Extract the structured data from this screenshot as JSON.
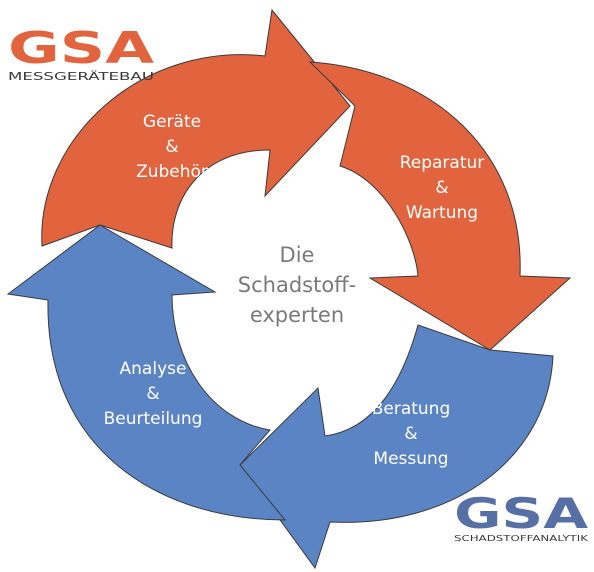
{
  "colors": {
    "orange": "#e2643f",
    "blue": "#5b84c4",
    "center_text": "#7a7a7a",
    "logo_orange": "#e2643f",
    "logo_blue": "#5670a6"
  },
  "logos": {
    "top": {
      "letters": "GSA",
      "subtitle": "MESSGERÄTEBAU"
    },
    "bottom": {
      "letters": "GSA",
      "subtitle": "SCHADSTOFFANALYTIK"
    }
  },
  "center": {
    "lines": [
      "Die",
      "Schadstoff-",
      "experten"
    ]
  },
  "segments": [
    {
      "id": "geraete",
      "color": "orange",
      "lines": [
        "Geräte",
        "&",
        "Zubehör"
      ]
    },
    {
      "id": "reparatur",
      "color": "orange",
      "lines": [
        "Reparatur",
        "&",
        "Wartung"
      ]
    },
    {
      "id": "beratung",
      "color": "blue",
      "lines": [
        "Beratung",
        "&",
        "Messung"
      ]
    },
    {
      "id": "analyse",
      "color": "blue",
      "lines": [
        "Analyse",
        "&",
        "Beurteilung"
      ]
    }
  ]
}
